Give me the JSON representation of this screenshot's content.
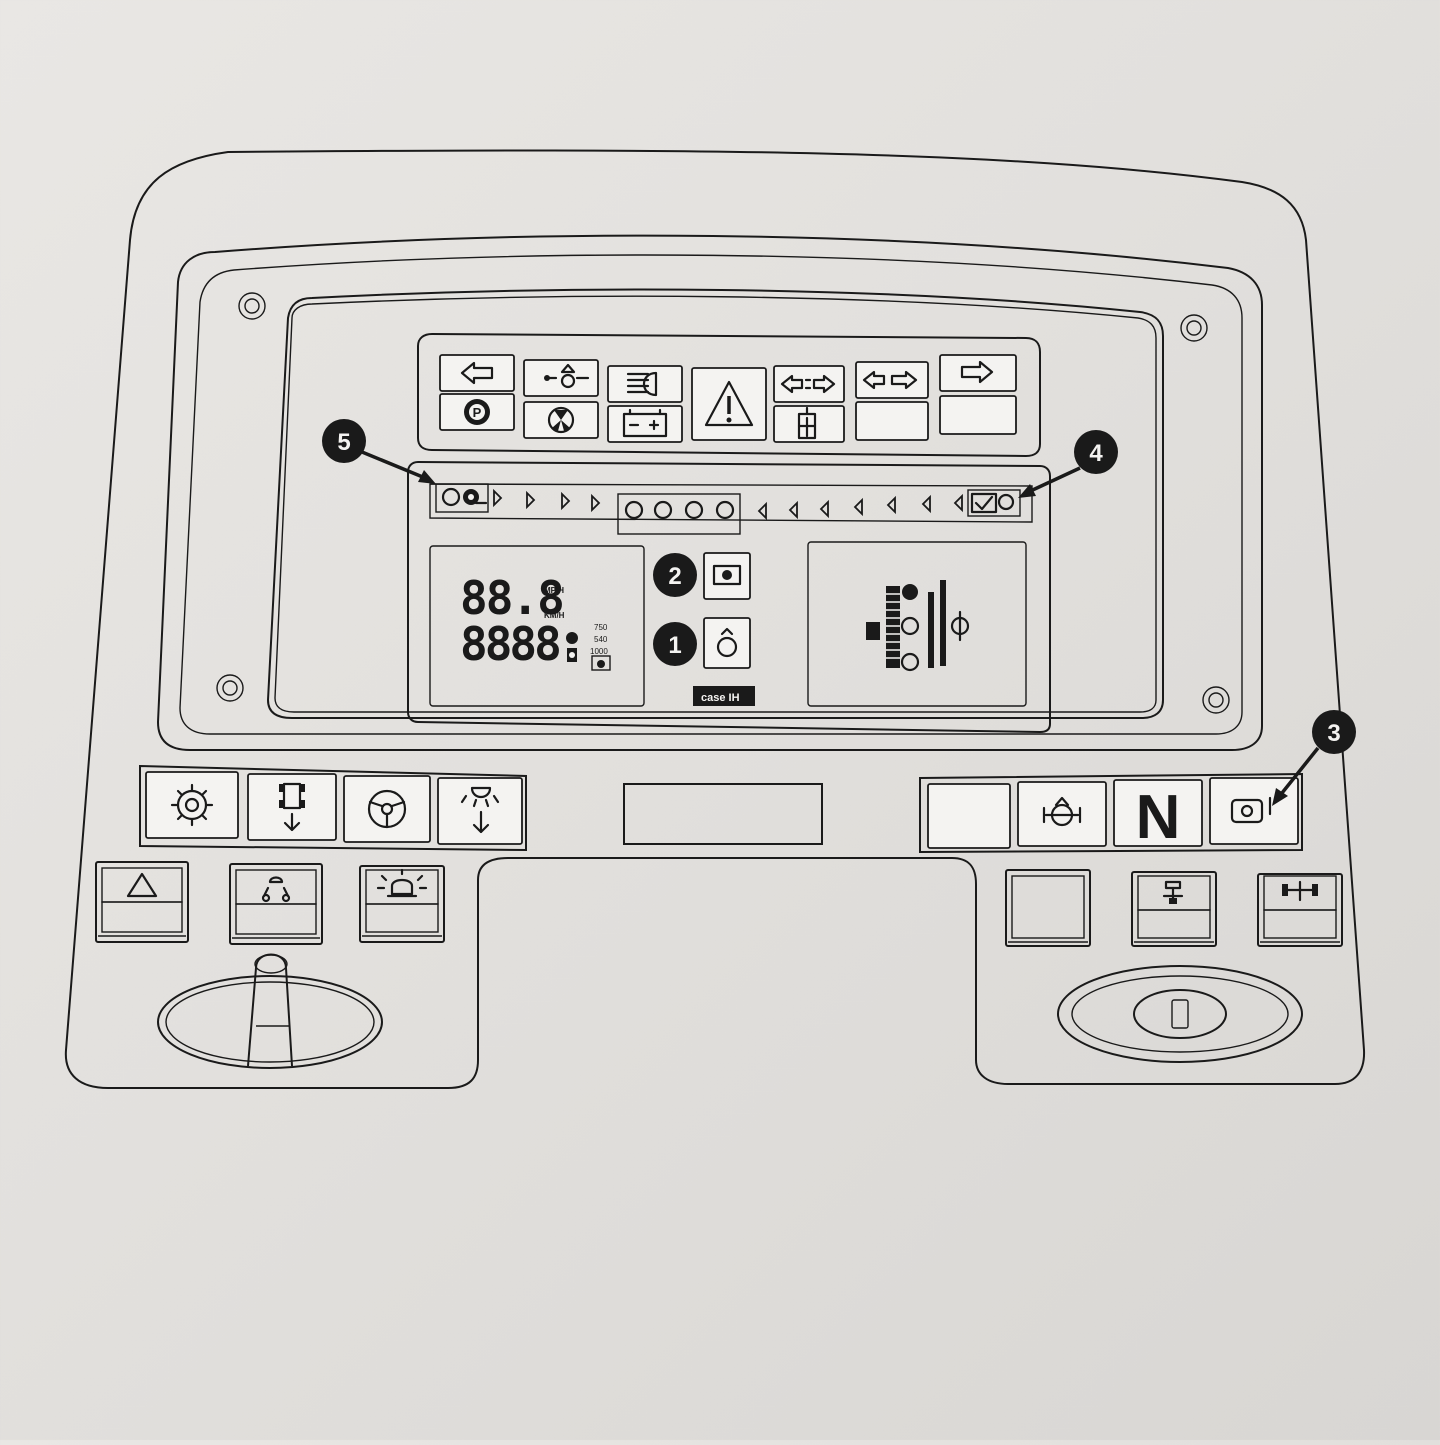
{
  "diagram": {
    "callouts": [
      "1",
      "2",
      "3",
      "4",
      "5"
    ],
    "display": {
      "speed_value": "88.8",
      "rpm_value": "8888",
      "unit_mph": "MP/H",
      "unit_kmh": "KM/H",
      "pto_values": [
        "750",
        "540",
        "1000"
      ],
      "brand": "case IH"
    },
    "neutral_label": "N",
    "icons": {
      "warning_top": [
        "left-turn-icon",
        "engine-oil-pressure-icon",
        "headlight-icon",
        "hazard-warning-icon",
        "trailer-indicator-1-icon",
        "trailer-indicator-2-icon",
        "right-turn-icon"
      ],
      "warning_bottom": [
        "parking-brake-icon",
        "coolant-fan-icon",
        "battery-charge-icon",
        "fuel-filter-icon"
      ],
      "lower_left_switches": [
        "differential-lock-icon",
        "four-wheel-drive-icon",
        "steering-icon",
        "work-light-icon"
      ],
      "lower_right_switches": [
        "axle-icon",
        "neutral-indicator-icon",
        "hitch-icon"
      ],
      "rocker_left": [
        "hazard-switch-icon",
        "worklight-switch-icon",
        "beacon-switch-icon"
      ],
      "rocker_right": [
        "blank-switch-icon",
        "rear-hitch-switch-icon",
        "front-axle-switch-icon"
      ]
    }
  }
}
